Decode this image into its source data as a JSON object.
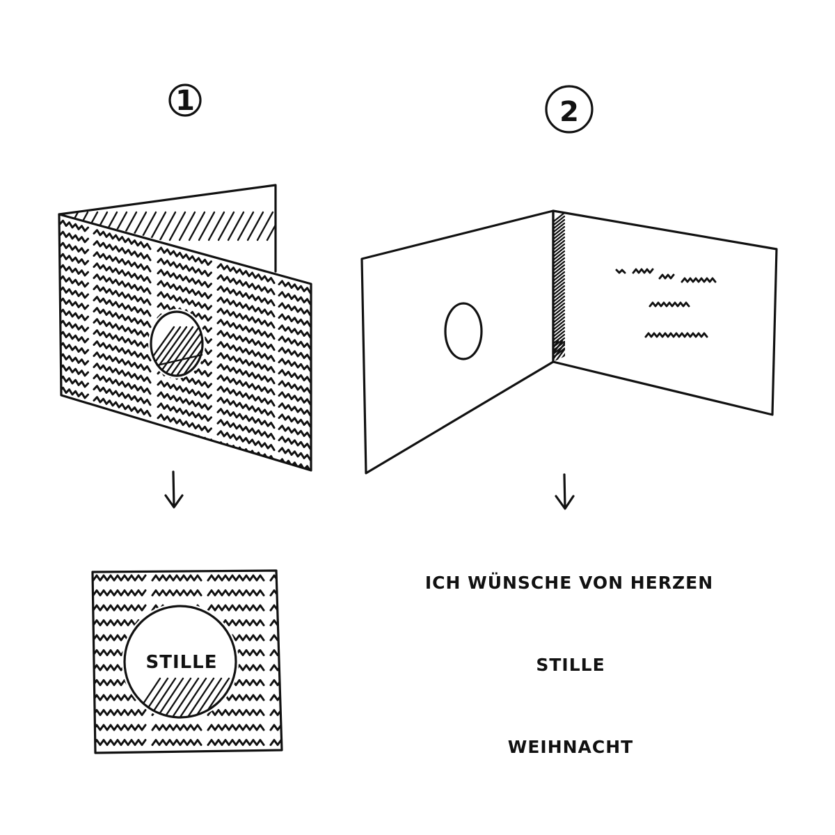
{
  "steps": [
    {
      "number": "1"
    },
    {
      "number": "2"
    }
  ],
  "result_1": {
    "circle_word": "STILLE"
  },
  "result_2": {
    "lines": [
      "ICH WÜNSCHE VON HERZEN",
      "STILLE",
      "WEIHNACHT"
    ]
  },
  "colors": {
    "ink": "#111111",
    "paper": "#ffffff"
  }
}
